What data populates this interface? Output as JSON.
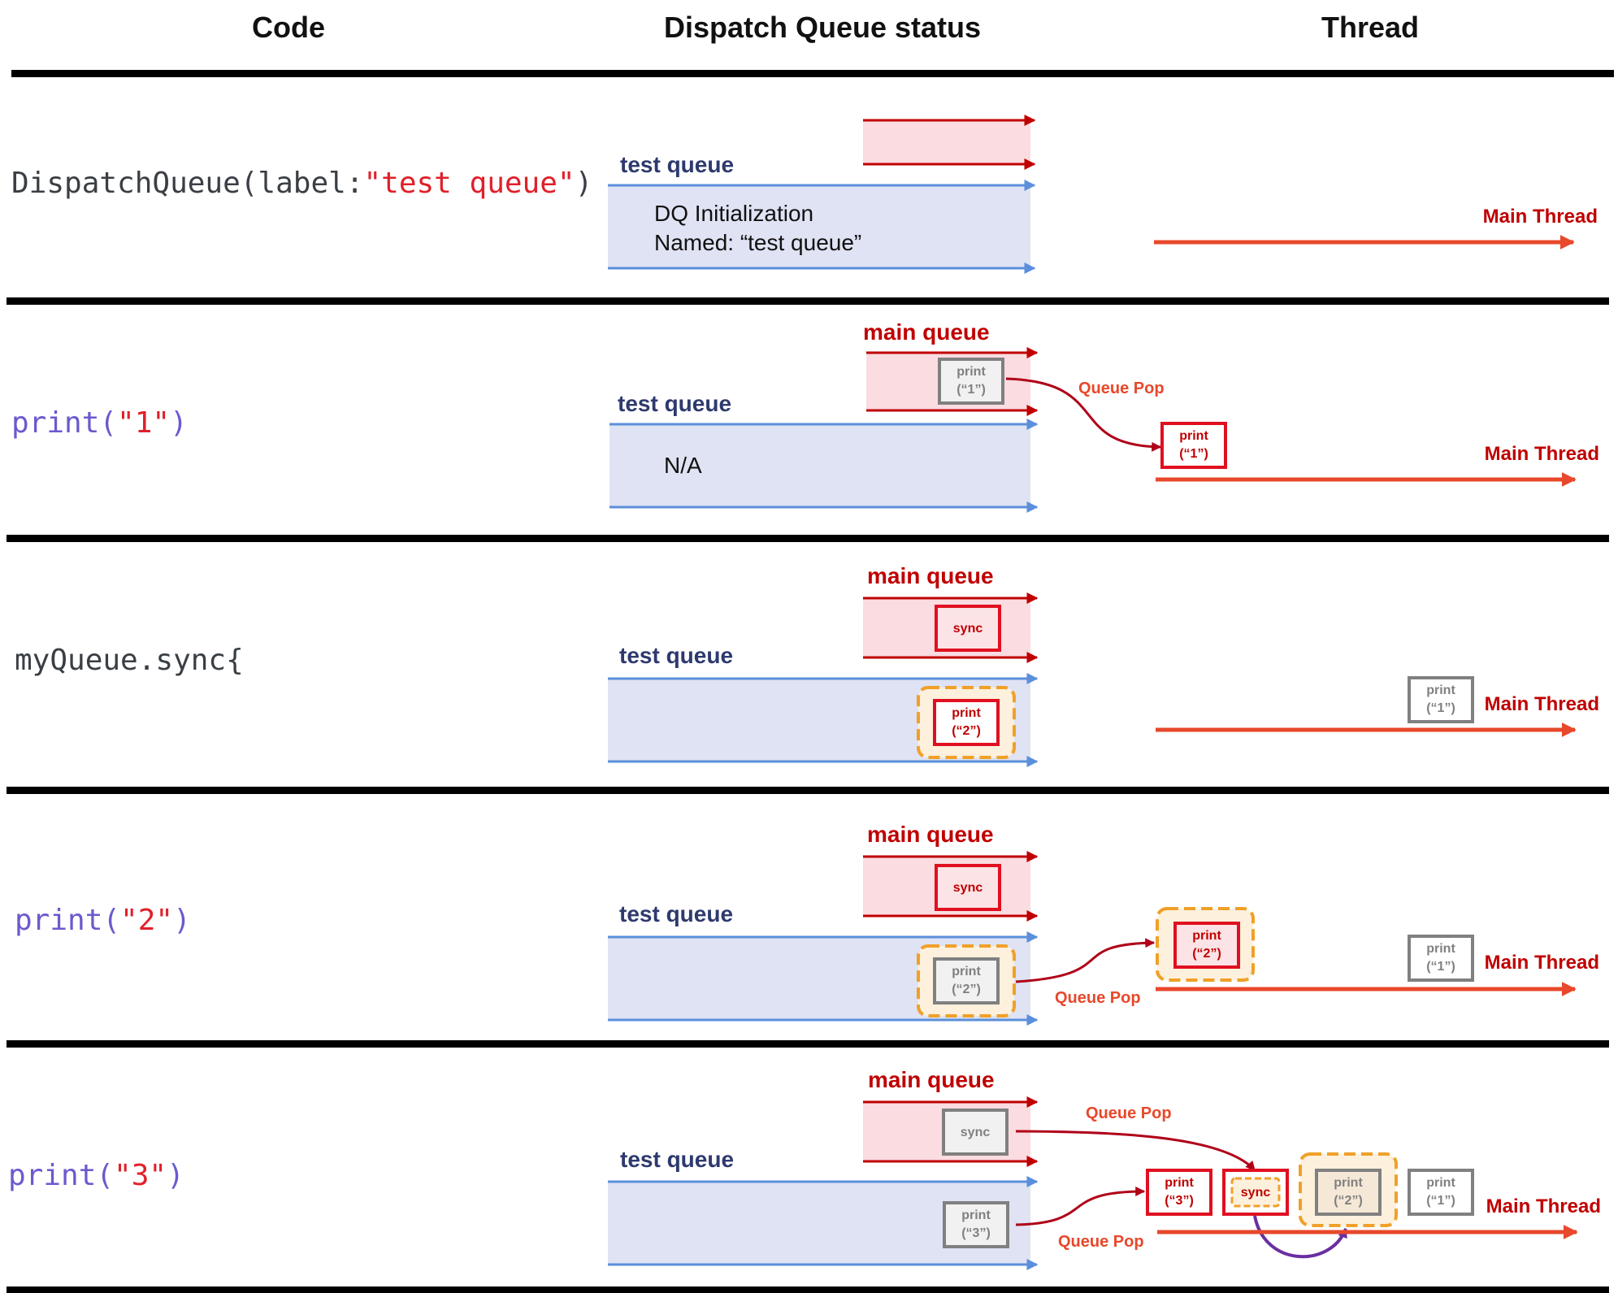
{
  "headers": {
    "code": "Code",
    "dispatch": "Dispatch Queue status",
    "thread": "Thread"
  },
  "colors": {
    "red": "#c00000",
    "arrow_red": "#e8482b",
    "blue": "#5b8fdb",
    "test_fill": "#dfe3f3",
    "main_fill": "#fadce1",
    "navy": "#2e3a6e",
    "orange": "#f0a028",
    "gray": "#808080",
    "purple": "#6a2fa0",
    "code_dark": "#3a3f45",
    "code_string": "#e0202a",
    "code_print": "#6a5acd"
  },
  "rows": [
    {
      "code": [
        {
          "t": "DispatchQueue(label:",
          "c": "dark"
        },
        {
          "t": "\"test queue\"",
          "c": "string"
        },
        {
          "t": ")",
          "c": "dark"
        }
      ],
      "test_queue": "test queue",
      "queue_text": [
        "DQ Initialization",
        "Named: “test queue”"
      ],
      "thread_label": "Main Thread"
    },
    {
      "code": [
        {
          "t": "print(",
          "c": "print"
        },
        {
          "t": "\"1\"",
          "c": "string"
        },
        {
          "t": ")",
          "c": "print"
        }
      ],
      "main_queue": "main queue",
      "test_queue": "test queue",
      "queue_text": [
        "N/A"
      ],
      "main_box": [
        "print",
        "(“1”)"
      ],
      "thread_box": [
        "print",
        "(“1”)"
      ],
      "pop_label": "Queue Pop",
      "thread_label": "Main Thread"
    },
    {
      "code": [
        {
          "t": "myQueue.sync{",
          "c": "dark"
        }
      ],
      "main_queue": "main queue",
      "test_queue": "test queue",
      "main_box": [
        "sync"
      ],
      "test_box": [
        "print",
        "(“2”)"
      ],
      "thread_box": [
        "print",
        "(“1”)"
      ],
      "thread_label": "Main Thread"
    },
    {
      "code": [
        {
          "t": "print(",
          "c": "print"
        },
        {
          "t": "\"2\"",
          "c": "string"
        },
        {
          "t": ")",
          "c": "print"
        }
      ],
      "main_queue": "main queue",
      "test_queue": "test queue",
      "main_box": [
        "sync"
      ],
      "test_box": [
        "print",
        "(“2”)"
      ],
      "popped_box": [
        "print",
        "(“2”)"
      ],
      "thread_box": [
        "print",
        "(“1”)"
      ],
      "pop_label": "Queue Pop",
      "thread_label": "Main Thread"
    },
    {
      "code": [
        {
          "t": "print(",
          "c": "print"
        },
        {
          "t": "\"3\"",
          "c": "string"
        },
        {
          "t": ")",
          "c": "print"
        }
      ],
      "main_queue": "main queue",
      "test_queue": "test queue",
      "main_box": [
        "sync"
      ],
      "test_box": [
        "print",
        "(“3”)"
      ],
      "thread_boxes": [
        [
          "print",
          "(“3”)"
        ],
        [
          "sync"
        ],
        [
          "print",
          "(“2”)"
        ],
        [
          "print",
          "(“1”)"
        ]
      ],
      "pop_label_top": "Queue Pop",
      "pop_label_bottom": "Queue Pop",
      "thread_label": "Main Thread"
    }
  ]
}
